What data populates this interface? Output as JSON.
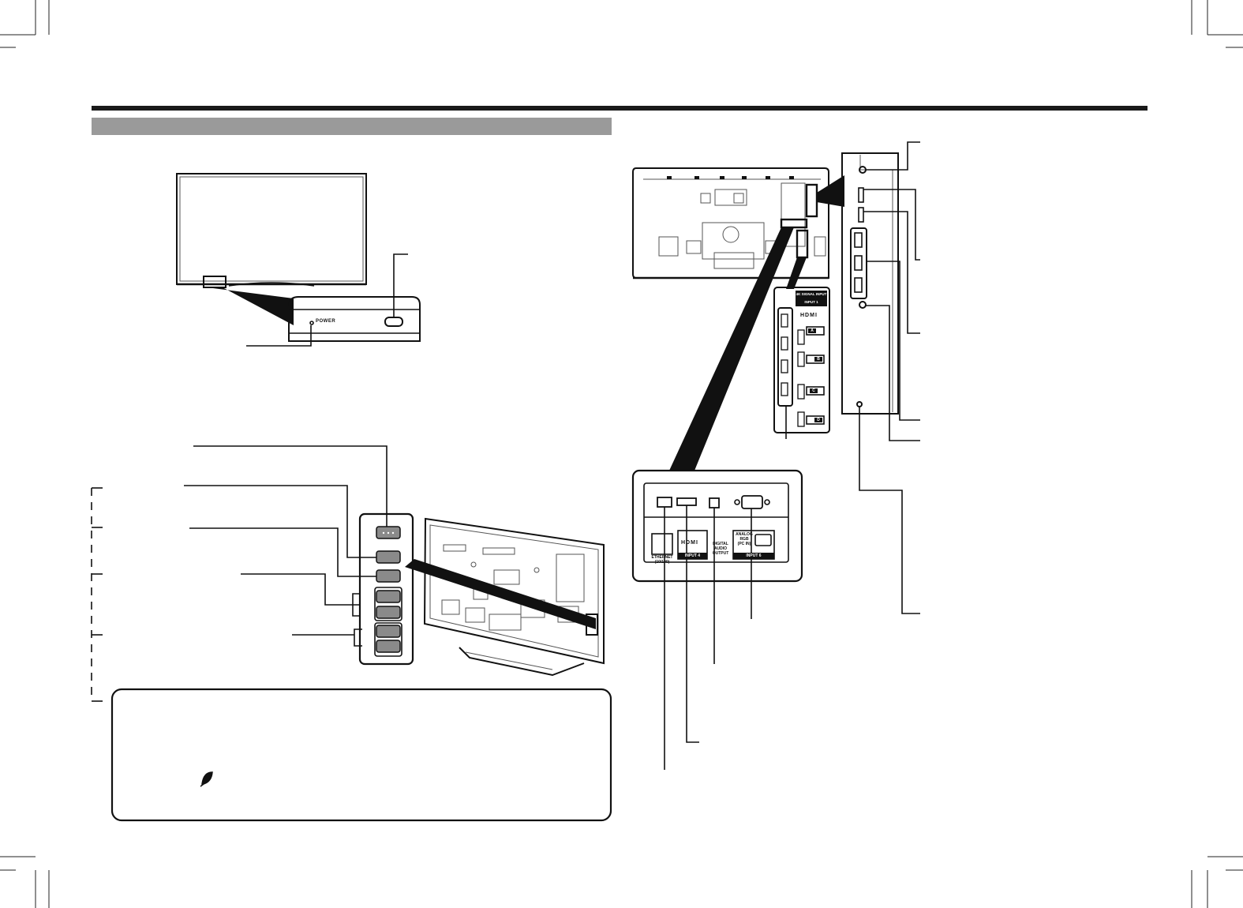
{
  "labels": {
    "power_indicator": "POWER",
    "signal_input_header": "4K SIGNAL INPUT",
    "input1": "INPUT 1",
    "hdmi_logo": "HDMI",
    "hdmi_a": "A",
    "hdmi_b": "B",
    "hdmi_c": "C",
    "hdmi_d": "D",
    "ethernet": "ETHERNET\n(10/100)",
    "input4": "INPUT 4",
    "digital_audio": "DIGITAL\nAUDIO\nOUTPUT",
    "analog_rgb": "ANALOG\nRGB\n(PC IN)",
    "input6": "INPUT 6"
  },
  "colors": {
    "rule": "#1a1a1a",
    "section_bar": "#9a9a9a",
    "button_fill": "#8a8a8a",
    "line": "#111111"
  },
  "icons": {
    "eco": "leaf-icon"
  }
}
